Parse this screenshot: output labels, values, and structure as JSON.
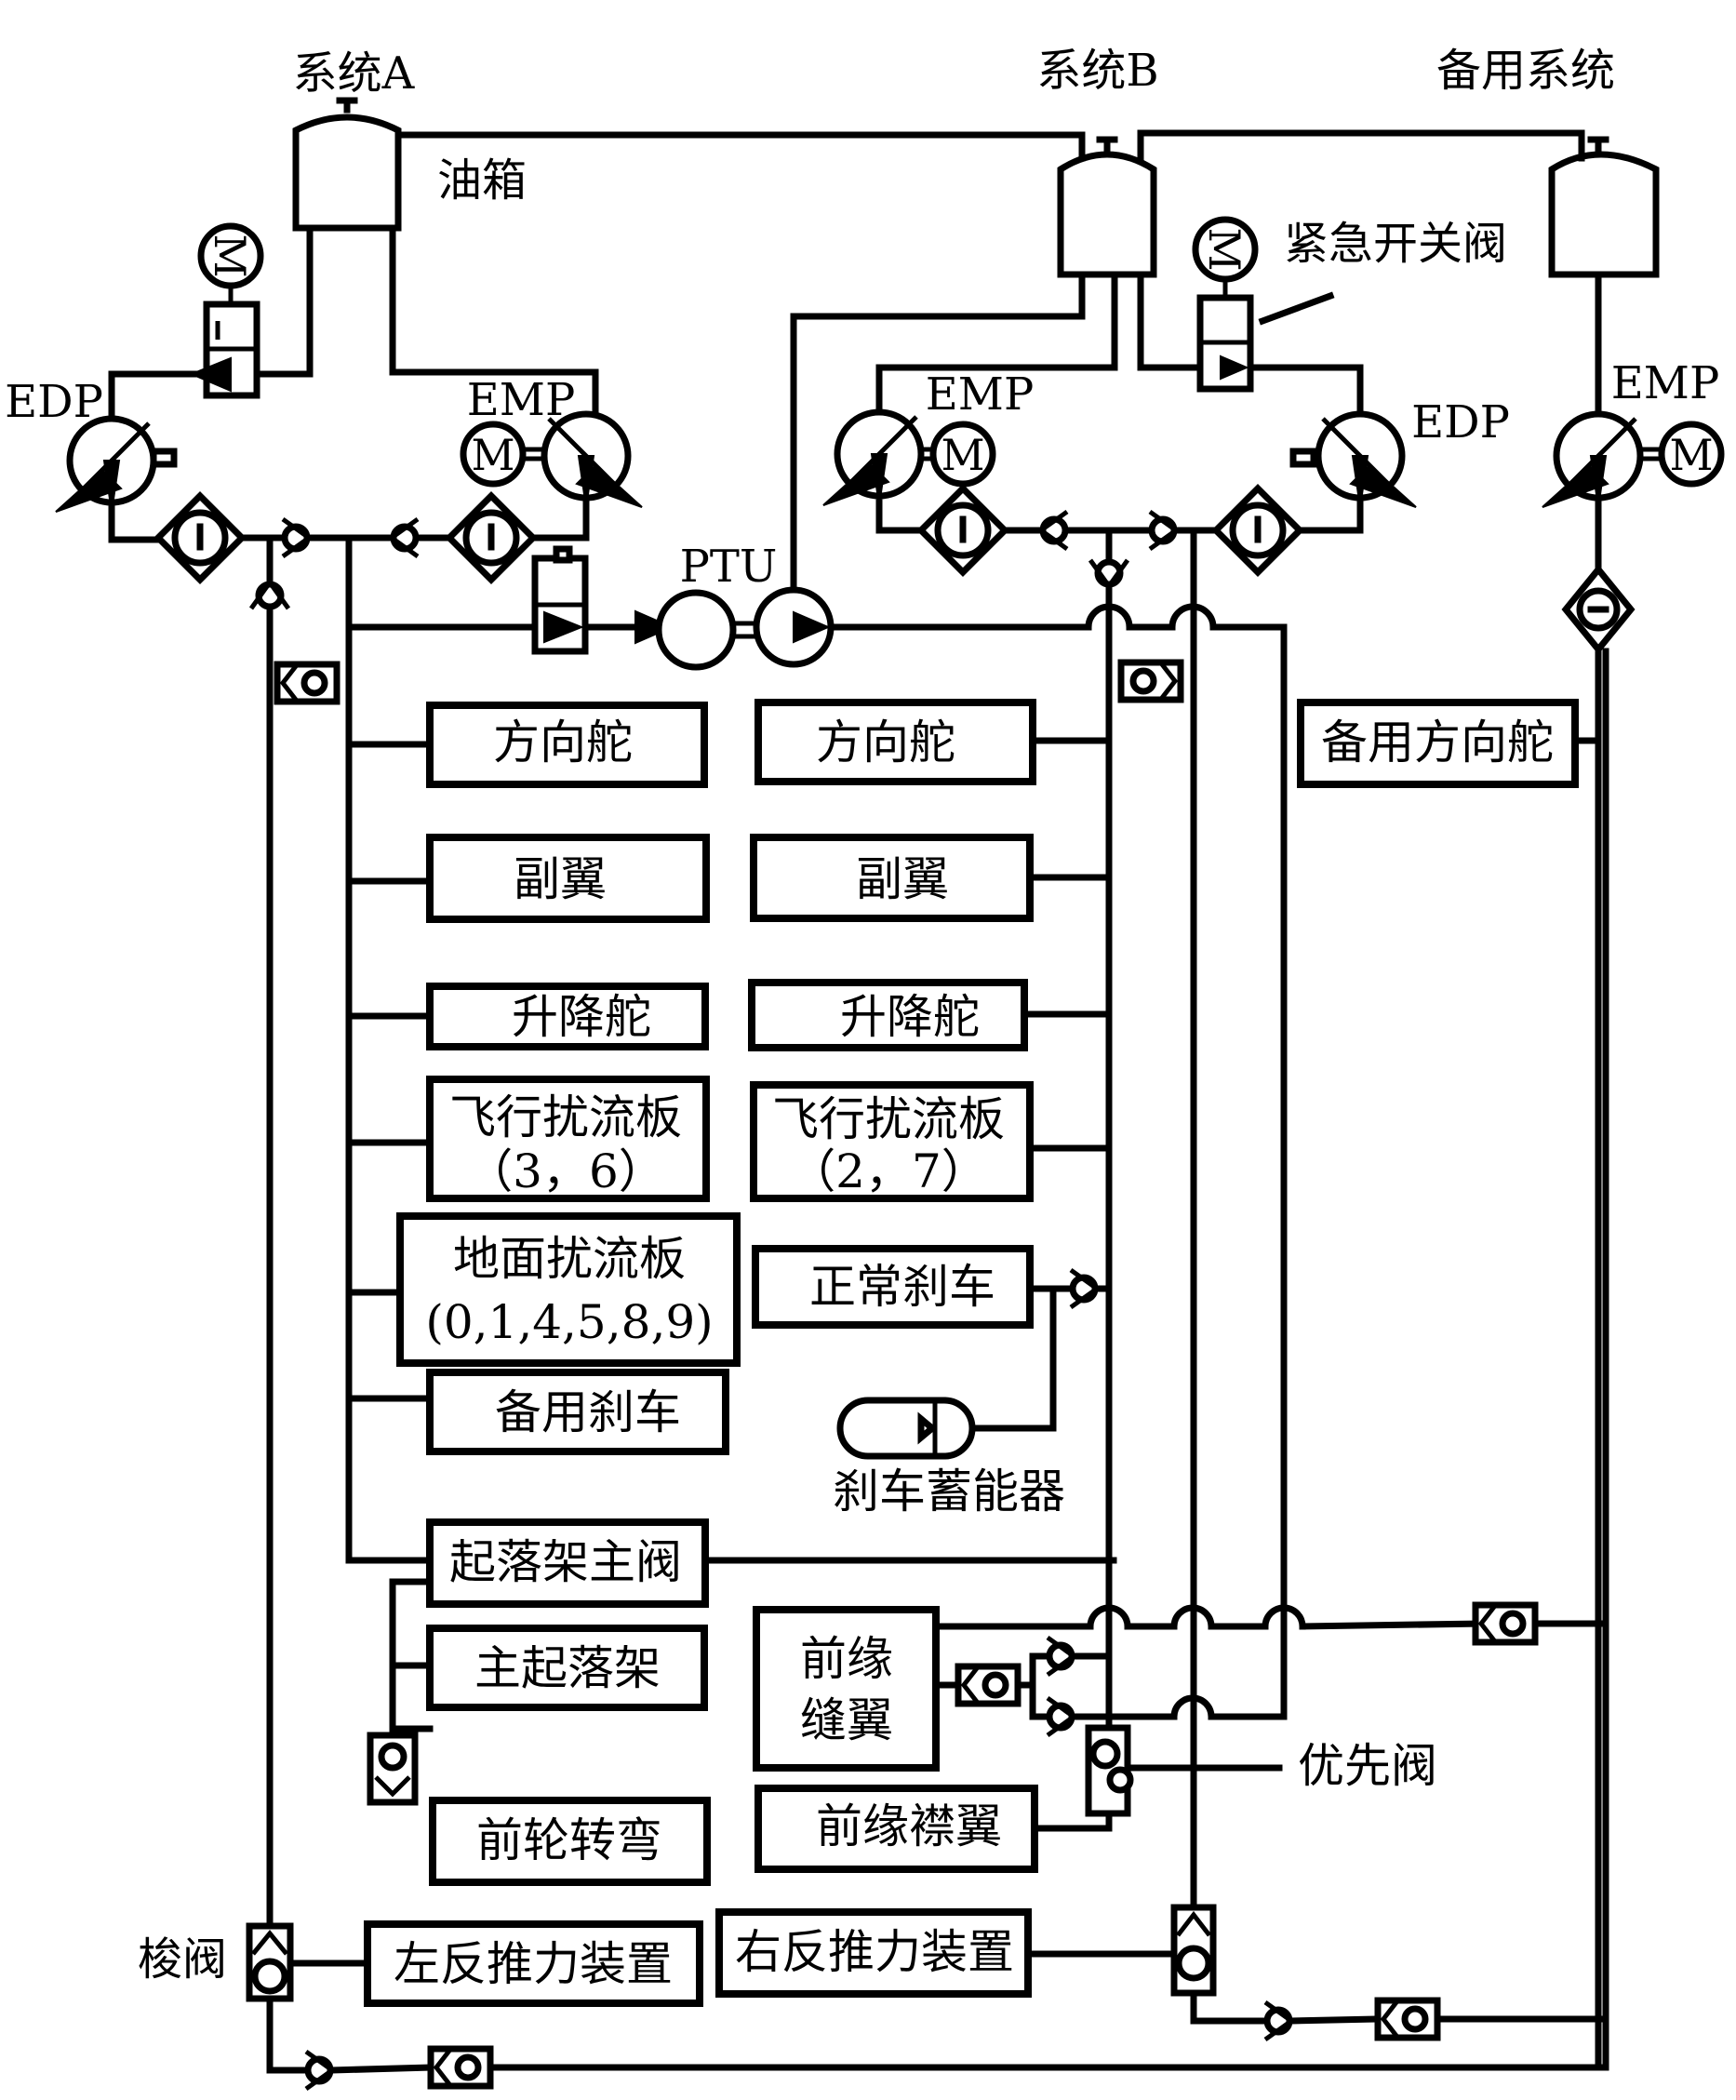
{
  "diagram": {
    "title_system_a": "系统A",
    "title_system_b": "系统B",
    "title_standby": "备用系统",
    "reservoir_label": "油箱",
    "emergency_valve_label": "紧急开关阀",
    "ptu_label": "PTU",
    "priority_valve_label": "优先阀",
    "shuttle_valve_label": "梭阀",
    "brake_accumulator_label": "刹车蓄能器",
    "pumps": {
      "a_edp": "EDP",
      "a_emp": "EMP",
      "b_emp": "EMP",
      "b_edp": "EDP",
      "standby_emp": "EMP",
      "motor": "M"
    },
    "system_a_users": [
      {
        "line1": "方向舵",
        "line2": ""
      },
      {
        "line1": "副翼",
        "line2": ""
      },
      {
        "line1": "升降舵",
        "line2": ""
      },
      {
        "line1": "飞行扰流板",
        "line2": "（3，6）"
      },
      {
        "line1": "地面扰流板",
        "line2": "(0,1,4,5,8,9)"
      },
      {
        "line1": "备用刹车",
        "line2": ""
      },
      {
        "line1": "起落架主阀",
        "line2": ""
      },
      {
        "line1": "主起落架",
        "line2": ""
      },
      {
        "line1": "前轮转弯",
        "line2": ""
      },
      {
        "line1": "左反推力装置",
        "line2": ""
      }
    ],
    "system_b_users": [
      {
        "line1": "方向舵",
        "line2": ""
      },
      {
        "line1": "副翼",
        "line2": ""
      },
      {
        "line1": "升降舵",
        "line2": ""
      },
      {
        "line1": "飞行扰流板",
        "line2": "（2，7）"
      },
      {
        "line1": "正常刹车",
        "line2": ""
      },
      {
        "line1": "前缘",
        "line2": "缝翼"
      },
      {
        "line1": "前缘襟翼",
        "line2": ""
      },
      {
        "line1": "右反推力装置",
        "line2": ""
      }
    ],
    "standby_users": [
      {
        "line1": "备用方向舵",
        "line2": ""
      }
    ]
  }
}
